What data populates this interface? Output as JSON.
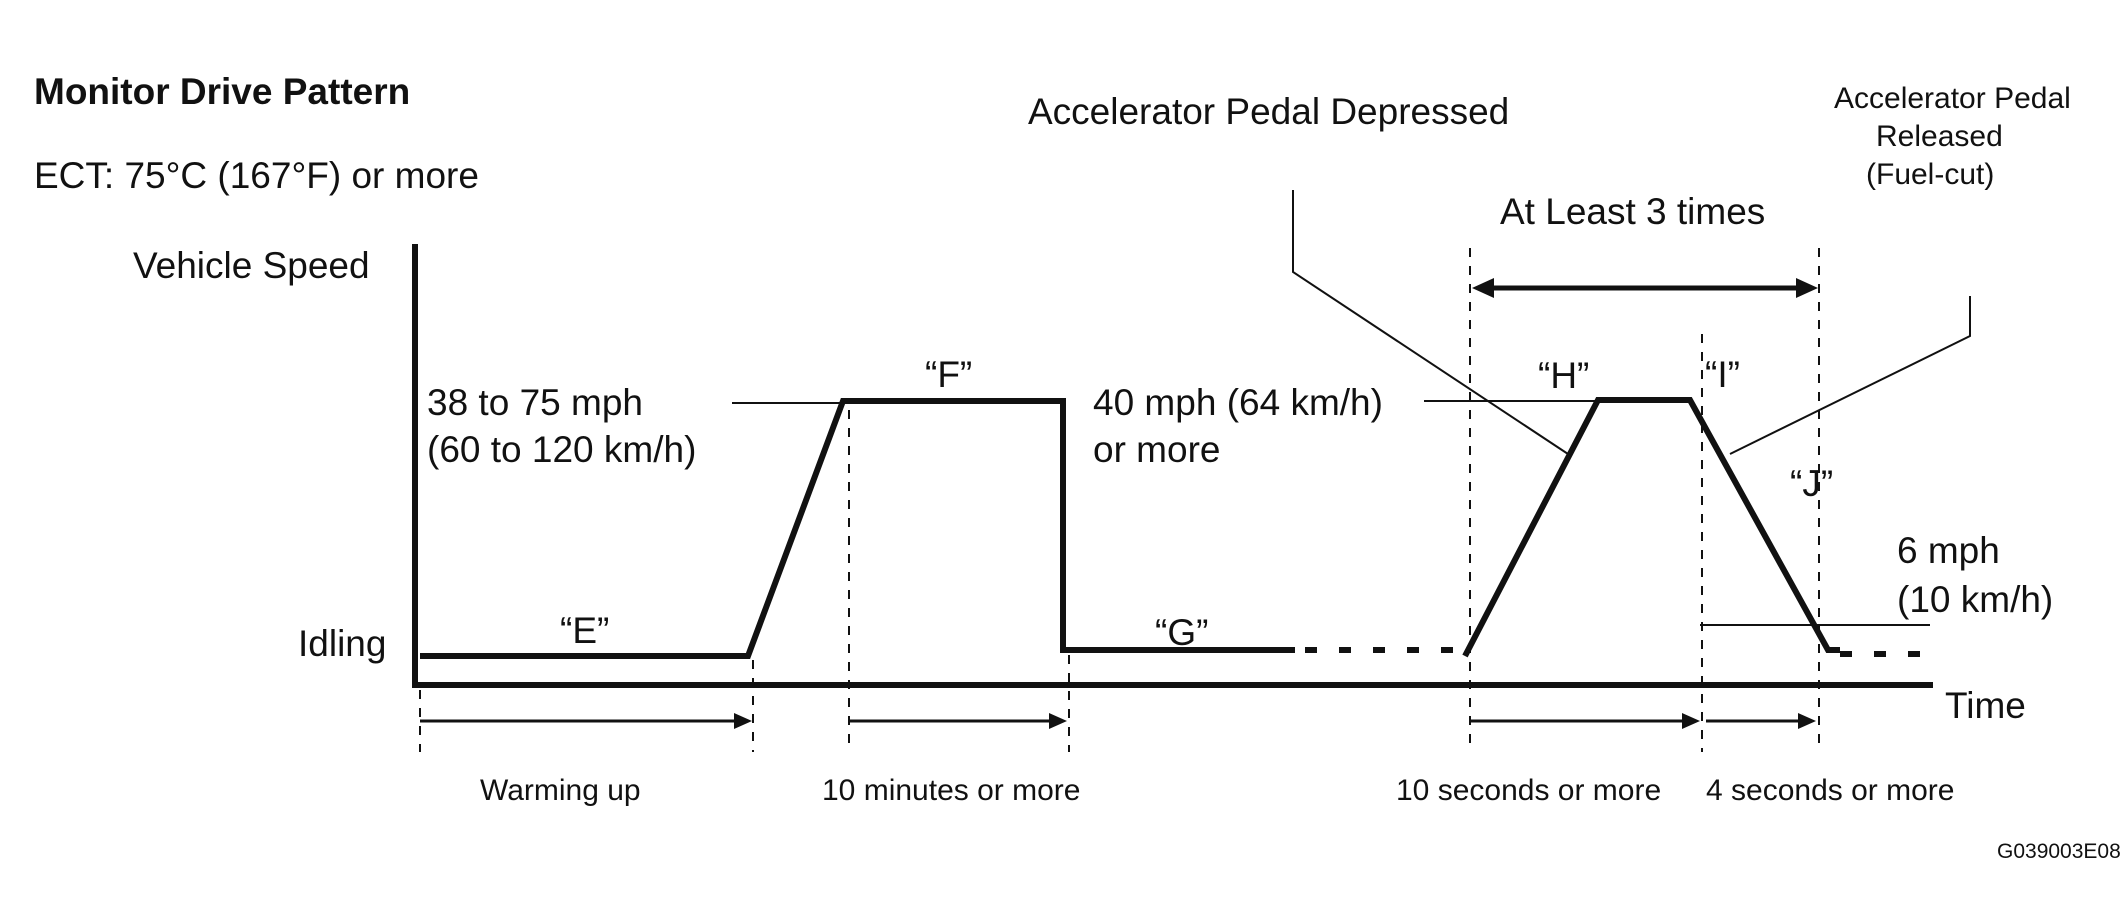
{
  "header": {
    "title": "Monitor Drive Pattern",
    "ect_condition": "ECT: 75°C (167°F) or more"
  },
  "axes": {
    "y_label": "Vehicle Speed",
    "x_label": "Time",
    "idling_label": "Idling"
  },
  "speed_labels": {
    "f_speed_line1": "38 to 75 mph",
    "f_speed_line2": "(60 to 120 km/h)",
    "h_speed_line1": "40 mph (64 km/h)",
    "h_speed_line2": "or more",
    "j_speed_line1": "6 mph",
    "j_speed_line2": "(10 km/h)"
  },
  "segments": {
    "e": "“E”",
    "f": "“F”",
    "g": "“G”",
    "h": "“H”",
    "i": "“I”",
    "j": "“J”"
  },
  "durations": {
    "warming_up": "Warming up",
    "f_duration": "10 minutes or more",
    "h_duration": "10 seconds or more",
    "i_duration": "4 seconds or more"
  },
  "annotations": {
    "pedal_depressed": "Accelerator Pedal Depressed",
    "pedal_released_line1": "Accelerator Pedal",
    "pedal_released_line2": "Released",
    "pedal_released_line3": "(Fuel-cut)",
    "repeat": "At Least 3 times"
  },
  "figure_code": "G039003E08"
}
